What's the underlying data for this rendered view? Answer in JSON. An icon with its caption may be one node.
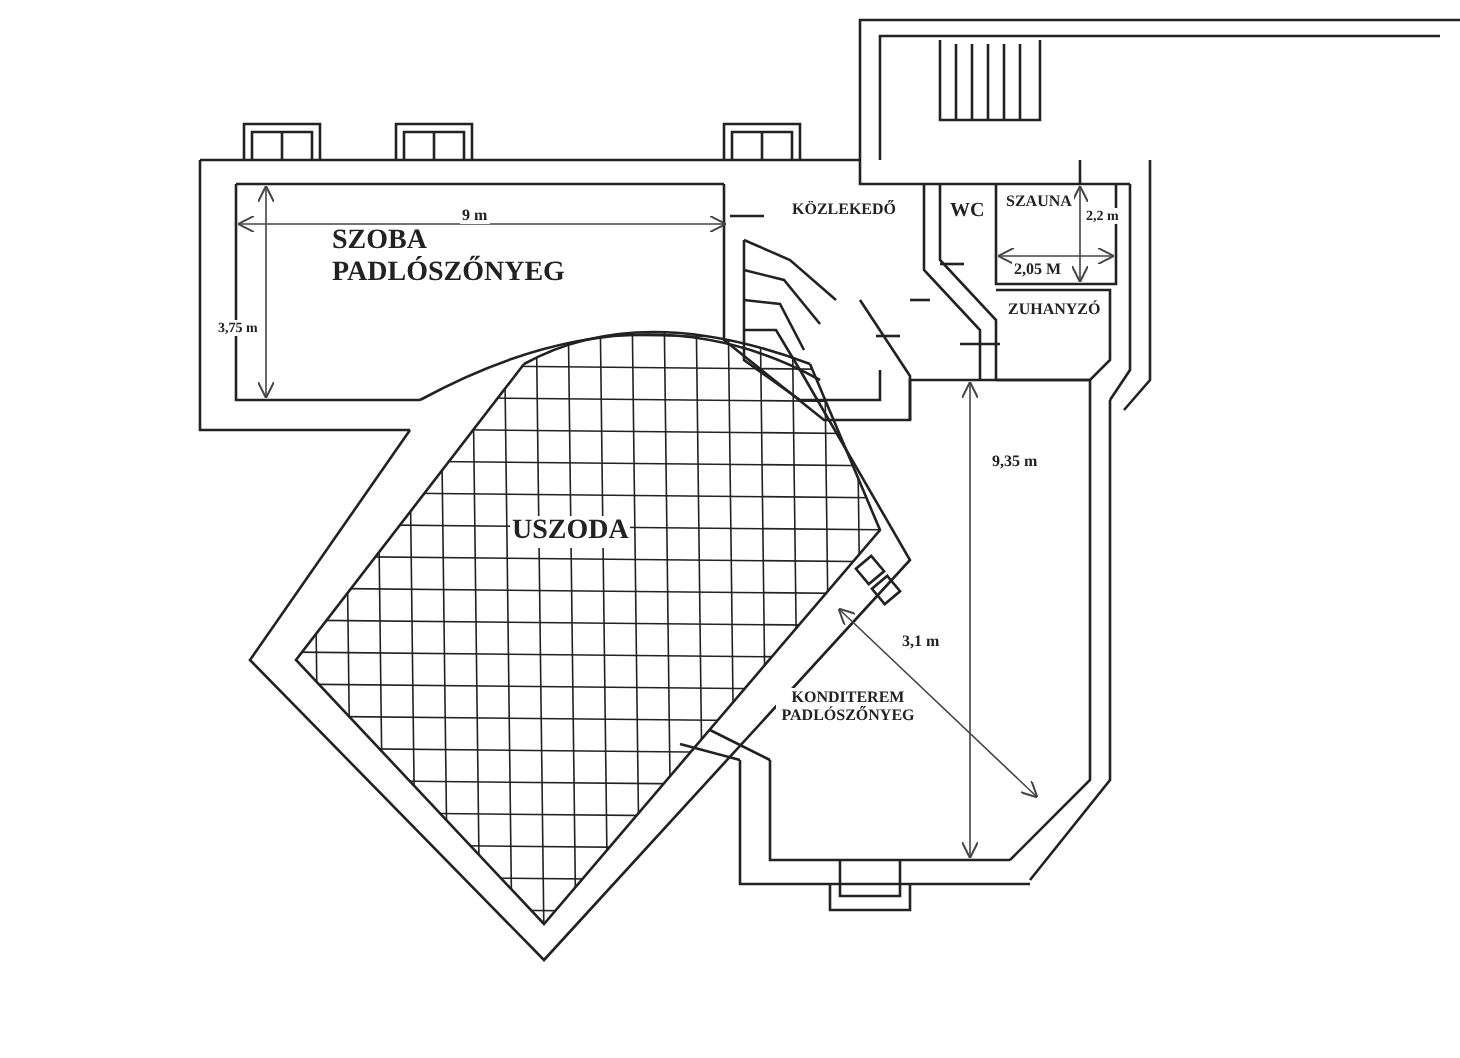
{
  "diagram": {
    "labels": [
      "9 m",
      "SZOBA PADLÓSZŐNYEG",
      "3,75 m",
      "KÖZLEKEDŐ",
      "WC",
      "SZAUNA",
      "2,2 m",
      "2,05 M",
      "ZUHANYZÓ",
      "USZODA",
      "9,35 m",
      "3,1 m",
      "KONDITEREM PADLÓSZŐNYEG"
    ]
  }
}
